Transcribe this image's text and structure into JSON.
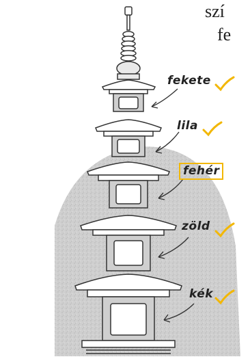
{
  "snippet": {
    "line1": "szí",
    "line2": "fe"
  },
  "labels": {
    "fekete": "fekete",
    "lila": "lila",
    "feher": "fehér",
    "zold": "zöld",
    "kek": "kék"
  },
  "colors": {
    "check": "#f2b705",
    "highlight_box": "#f2b705",
    "hill": "#cfcfcf",
    "ink": "#222222"
  },
  "icons": {
    "check": "check-icon",
    "arrow": "arrow-icon"
  }
}
